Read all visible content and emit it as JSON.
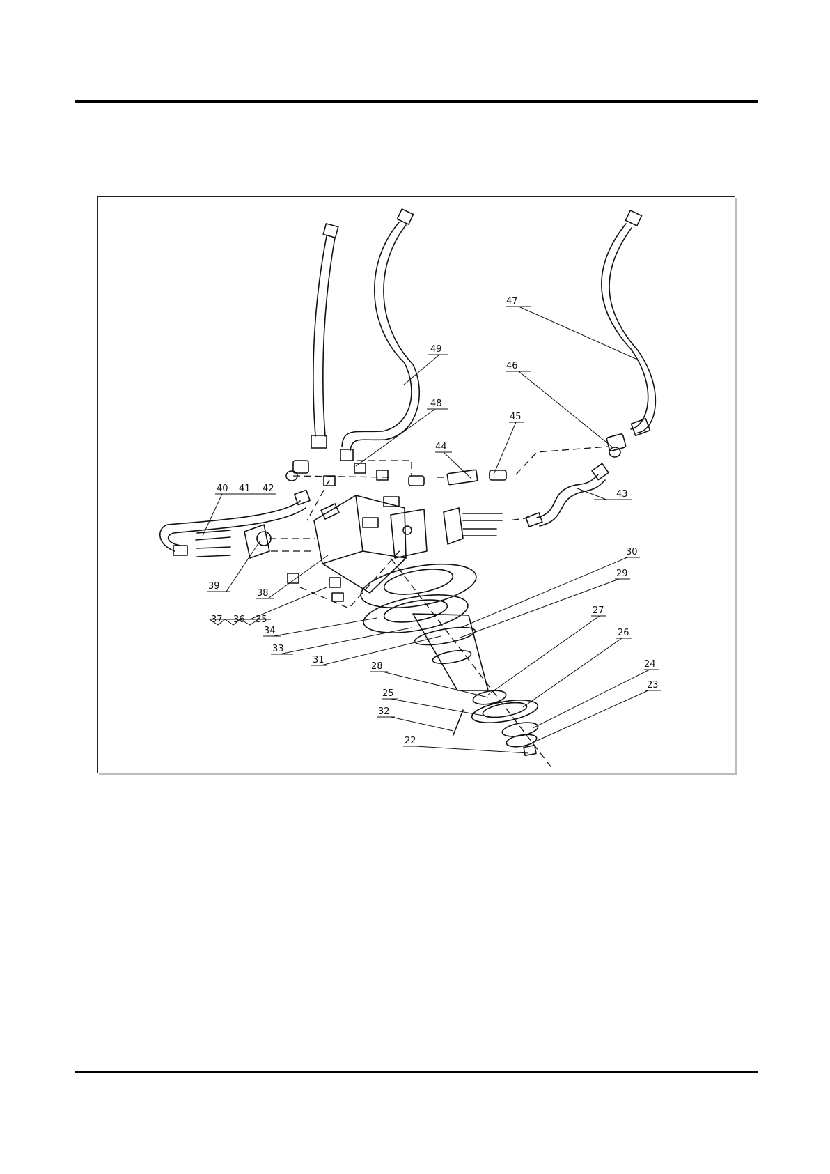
{
  "diagram": {
    "callouts": [
      {
        "id": "c47",
        "text": "47"
      },
      {
        "id": "c49",
        "text": "49"
      },
      {
        "id": "c46",
        "text": "46"
      },
      {
        "id": "c48",
        "text": "48"
      },
      {
        "id": "c45",
        "text": "45"
      },
      {
        "id": "c44",
        "text": "44"
      },
      {
        "id": "c40",
        "text": "40"
      },
      {
        "id": "c41",
        "text": "41"
      },
      {
        "id": "c42",
        "text": "42"
      },
      {
        "id": "c43",
        "text": "43"
      },
      {
        "id": "c39",
        "text": "39"
      },
      {
        "id": "c38",
        "text": "38"
      },
      {
        "id": "c30",
        "text": "30"
      },
      {
        "id": "c29",
        "text": "29"
      },
      {
        "id": "c37",
        "text": "37"
      },
      {
        "id": "c36",
        "text": "36"
      },
      {
        "id": "c35",
        "text": "35"
      },
      {
        "id": "c34",
        "text": "34"
      },
      {
        "id": "c33",
        "text": "33"
      },
      {
        "id": "c31",
        "text": "31"
      },
      {
        "id": "c27",
        "text": "27"
      },
      {
        "id": "c26",
        "text": "26"
      },
      {
        "id": "c24",
        "text": "24"
      },
      {
        "id": "c28",
        "text": "28"
      },
      {
        "id": "c23",
        "text": "23"
      },
      {
        "id": "c25",
        "text": "25"
      },
      {
        "id": "c32",
        "text": "32"
      },
      {
        "id": "c22",
        "text": "22"
      }
    ]
  }
}
